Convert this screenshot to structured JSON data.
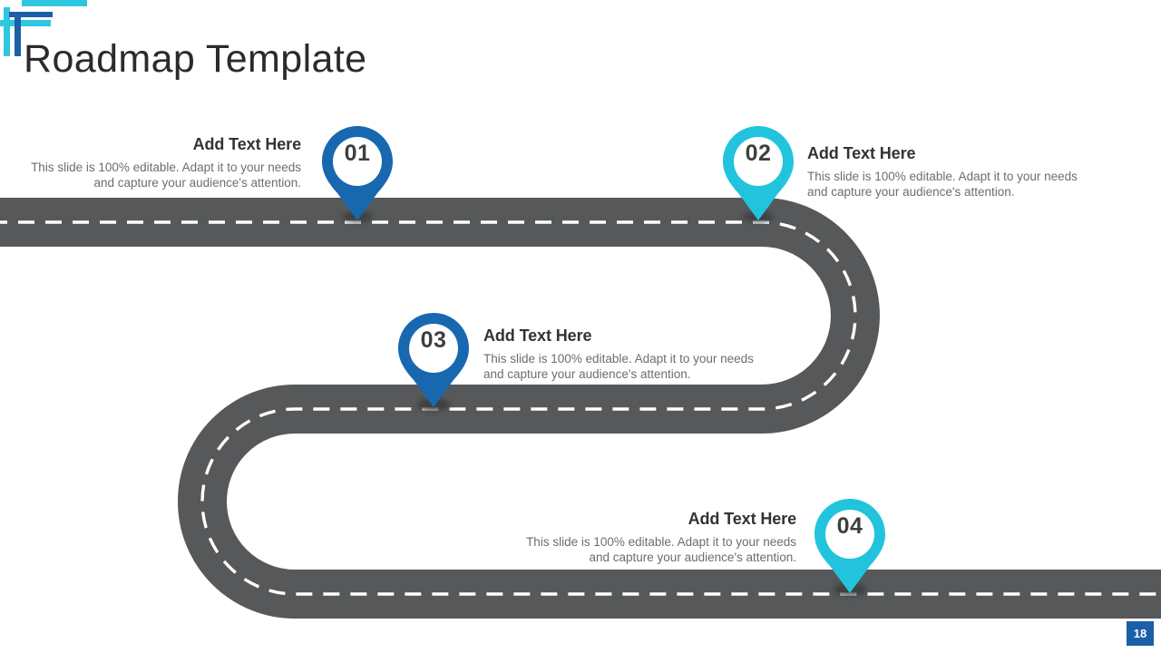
{
  "slide": {
    "title": "Roadmap Template",
    "page_number": "18",
    "background_color": "#ffffff"
  },
  "colors": {
    "blue": "#1868b0",
    "cyan": "#22c4dd",
    "road": "#56585a",
    "road_line": "#ffffff",
    "title_text": "#2b2b2b",
    "body_text": "#6d6d6d",
    "heading_text": "#333333",
    "badge": "#1a5fa8",
    "deco_cyan": "#2fc6e0",
    "deco_blue": "#1a5fa8"
  },
  "decoration": {
    "name": "corner-cross-decoration",
    "cyan_color": "#2fc6e0",
    "blue_color": "#1a5fa8"
  },
  "milestones": [
    {
      "number": "01",
      "color": "#1868b0",
      "title": "Add Text Here",
      "body": "This slide is 100% editable. Adapt it to your needs and capture your audience's attention.",
      "text_align": "right"
    },
    {
      "number": "02",
      "color": "#22c4dd",
      "title": "Add Text Here",
      "body": "This slide is 100% editable. Adapt it to your needs and capture your audience's attention.",
      "text_align": "left"
    },
    {
      "number": "03",
      "color": "#1868b0",
      "title": "Add Text Here",
      "body": "This slide is 100% editable. Adapt it to your needs and capture your audience's attention.",
      "text_align": "left"
    },
    {
      "number": "04",
      "color": "#22c4dd",
      "title": "Add Text Here",
      "body": "This slide is 100% editable. Adapt it to your needs and capture your audience's attention.",
      "text_align": "right"
    }
  ]
}
